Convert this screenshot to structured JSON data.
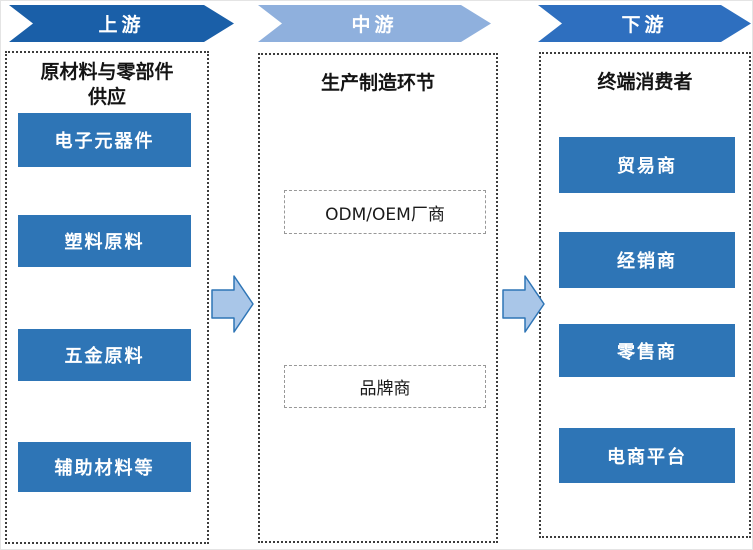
{
  "header": {
    "arrows": [
      {
        "label": "上游",
        "fill": "#1A5FA8",
        "text_color": "#FFFFFF"
      },
      {
        "label": "中游",
        "fill": "#8FB0DD",
        "text_color": "#FFFFFF"
      },
      {
        "label": "下游",
        "fill": "#2E6FBF",
        "text_color": "#FFFFFF"
      }
    ]
  },
  "columns": [
    {
      "id": "upstream",
      "title": "原材料与零部件供应",
      "title_line1": "原材料与零部件",
      "title_line2": "供应",
      "items": [
        "电子元器件",
        "塑料原料",
        "五金原料",
        "辅助材料等"
      ]
    },
    {
      "id": "midstream",
      "title": "生产制造环节",
      "items": [
        "ODM/OEM厂商",
        "品牌商"
      ]
    },
    {
      "id": "downstream",
      "title": "终端消费者",
      "items": [
        "贸易商",
        "经销商",
        "零售商",
        "电商平台"
      ]
    }
  ],
  "colors": {
    "upstream_arrow": "#1A5FA8",
    "midstream_arrow": "#8FB0DD",
    "downstream_arrow": "#2E6FBF",
    "item_box_blue": "#2E75B6",
    "item_box_text": "#FFFFFF",
    "flow_arrow_fill": "#A9C6E8",
    "flow_arrow_stroke": "#2E75B6",
    "panel_dashed_border": "#3D3D3D"
  }
}
